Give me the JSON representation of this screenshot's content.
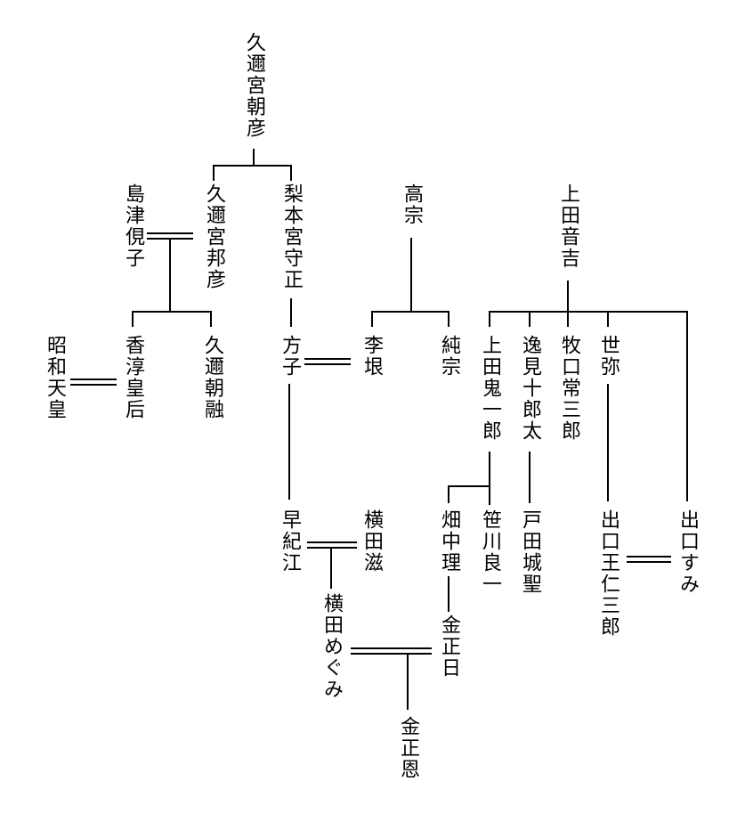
{
  "people": {
    "kuninomiya_asahiko": "久邇宮朝彦",
    "shimazu_chikako": "島津俔子",
    "kuninomiya_kunihiko": "久邇宮邦彦",
    "nashimotonomiya_morimasa": "梨本宮守正",
    "gojong": "高宗",
    "ueda_otokichi": "上田音吉",
    "showa_tenno": "昭和天皇",
    "kojun_kogo": "香淳皇后",
    "kuni_asaakira": "久邇朝融",
    "masako": "方子",
    "yi_un": "李垠",
    "sunjong": "純宗",
    "ueda_kiichiro": "上田鬼一郎",
    "itsumi_jurota": "逸見十郎太",
    "makiguchi_tsunesaburo": "牧口常三郎",
    "zeami": "世弥",
    "hayaki_e": "早紀江",
    "yokota_shigeru": "横田滋",
    "hata_nakari": "畑中理",
    "sasagawa_ryoichi": "笹川良一",
    "toda_josei": "戸田城聖",
    "deguchi_onisaburo": "出口王仁三郎",
    "deguchi_sumi": "出口すみ",
    "yokota_megumi": "横田めぐみ",
    "kim_jong_il": "金正日",
    "kim_jong_un": "金正恩"
  }
}
